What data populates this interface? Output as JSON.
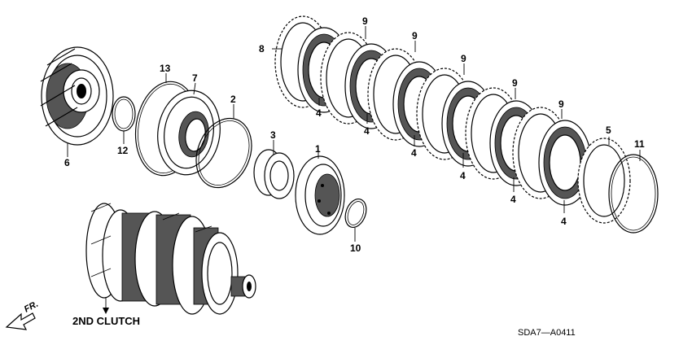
{
  "diagram": {
    "part_numbers": {
      "p1": "1",
      "p2": "2",
      "p3": "3",
      "p4": "4",
      "p5": "5",
      "p6": "6",
      "p7": "7",
      "p8": "8",
      "p9": "9",
      "p10": "10",
      "p11": "11",
      "p12": "12",
      "p13": "13"
    },
    "caption": "2ND CLUTCH",
    "direction_label": "FR.",
    "diagram_code": "SDA7—A0411"
  }
}
